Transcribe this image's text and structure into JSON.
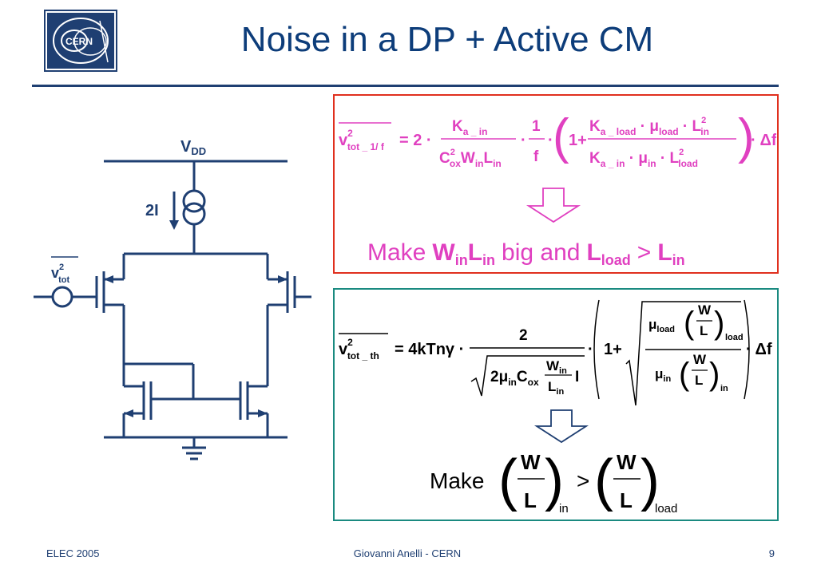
{
  "header": {
    "title": "Noise in a DP + Active CM",
    "logo_text": "CERN"
  },
  "colors": {
    "title": "#0d3d7a",
    "circuit": "#1f3f72",
    "eq1": "#e040c0",
    "eq2": "#000000",
    "box1_border": "#e0301e",
    "box2_border": "#1a8a80"
  },
  "circuit": {
    "supply_label": "V",
    "supply_sub": "DD",
    "current_label": "2I",
    "source_label": "v",
    "source_sup": "2",
    "source_sub": "tot"
  },
  "equation1": {
    "lhs": "v",
    "lhs_sup": "2",
    "lhs_sub": "tot _ 1/ f",
    "eq_coef": "= 2 ·",
    "k": "K",
    "k_sub": "a _ in",
    "cox": "C",
    "cox_sup": "2",
    "cox_sub": "ox",
    "w": "W",
    "w_sub": "in",
    "l": "L",
    "l_sub": "in",
    "one": "1",
    "f": "f",
    "dot": "·",
    "one_plus": "1+",
    "k_load": "K",
    "k_load_sub": "a _ load",
    "mu": "μ",
    "mu_load_sub": "load",
    "l2": "L",
    "l2_sup": "2",
    "l2_sub": "in",
    "k_in_sub": "a _ in",
    "mu_in_sub": "in",
    "l_load_sub": "load",
    "delta_f": "· Δf"
  },
  "conclusion1": {
    "make": "Make",
    "w": "W",
    "w_sub": "in",
    "l": "L",
    "l_sub": "in",
    "mid": "big and",
    "l_load": "L",
    "l_load_sub": "load",
    "gt": ">",
    "l_in": "L",
    "l_in_sub": "in"
  },
  "equation2": {
    "lhs": "v",
    "lhs_sup": "2",
    "lhs_sub": "tot _ th",
    "eq_coef": "= 4kTnγ ·",
    "two": "2",
    "den_pre": "2μ",
    "den_pre_sub": "in",
    "den_c": "C",
    "den_c_sub": "ox",
    "w": "W",
    "w_sub": "in",
    "l": "L",
    "l_sub": "in",
    "i": "I",
    "one_plus": "1+",
    "mu": "μ",
    "load_sub": "load",
    "in_sub": "in",
    "wl_w": "W",
    "wl_l": "L",
    "delta_f": "· Δf",
    "dot": "·"
  },
  "conclusion2": {
    "make": "Make",
    "w": "W",
    "l": "L",
    "in_sub": "in",
    "gt": ">",
    "load_sub": "load"
  },
  "footer": {
    "left": "ELEC 2005",
    "center": "Giovanni Anelli - CERN",
    "right": "9"
  }
}
